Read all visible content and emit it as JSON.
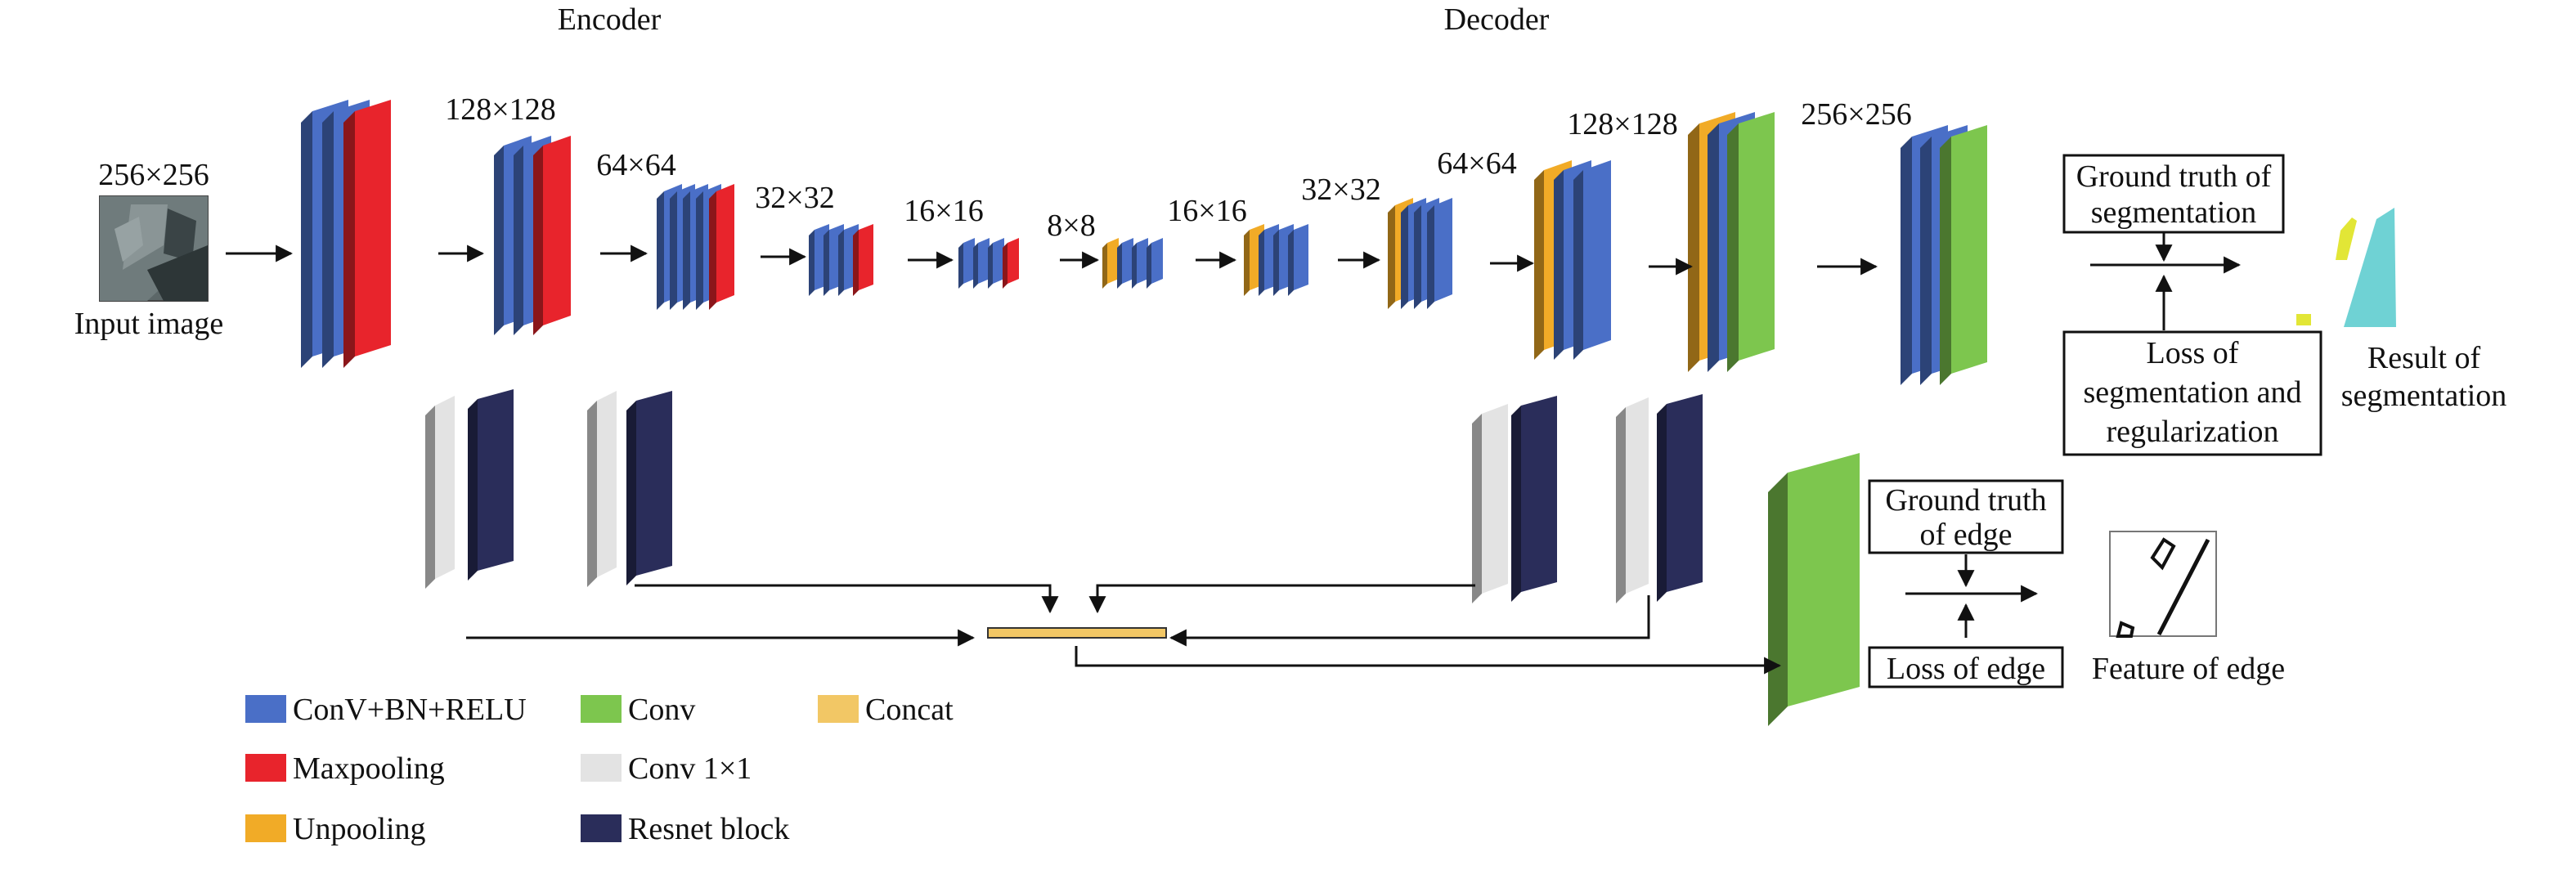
{
  "headers": {
    "encoder": "Encoder",
    "decoder": "Decoder"
  },
  "input": {
    "size": "256×256",
    "label": "Input image"
  },
  "sizes": {
    "enc1": "128×128",
    "enc2": "64×64",
    "enc3": "32×32",
    "enc4": "16×16",
    "bottleneck": "8×8",
    "dec1": "16×16",
    "dec2": "32×32",
    "dec3": "64×64",
    "dec4": "128×128",
    "dec5": "256×256"
  },
  "seg_head": {
    "gt": [
      "Ground truth of",
      "segmentation"
    ],
    "loss": [
      "Loss of",
      "segmentation and",
      "regularization"
    ],
    "result": [
      "Result of",
      "segmentation"
    ]
  },
  "edge_head": {
    "gt": [
      "Ground truth",
      "of edge"
    ],
    "loss": "Loss of edge",
    "feature": "Feature of edge"
  },
  "legend": [
    {
      "label": "ConV+BN+RELU",
      "color": "#4a6fc7"
    },
    {
      "label": "Conv",
      "color": "#7dc64e"
    },
    {
      "label": "Concat",
      "color": "#f2c765"
    },
    {
      "label": "Maxpooling",
      "color": "#e8242c"
    },
    {
      "label": "Conv 1×1",
      "color": "#e3e3e3"
    },
    {
      "label": "Unpooling",
      "color": "#f1ab27"
    },
    {
      "label": "Resnet block",
      "color": "#2a2d5a"
    }
  ],
  "colors": {
    "conv_bn_relu": "#4a6fc7",
    "conv": "#7dc64e",
    "concat": "#f2c765",
    "maxpool": "#e8242c",
    "conv1x1": "#e3e3e3",
    "unpool": "#f1ab27",
    "resnet": "#2a2d5a"
  }
}
